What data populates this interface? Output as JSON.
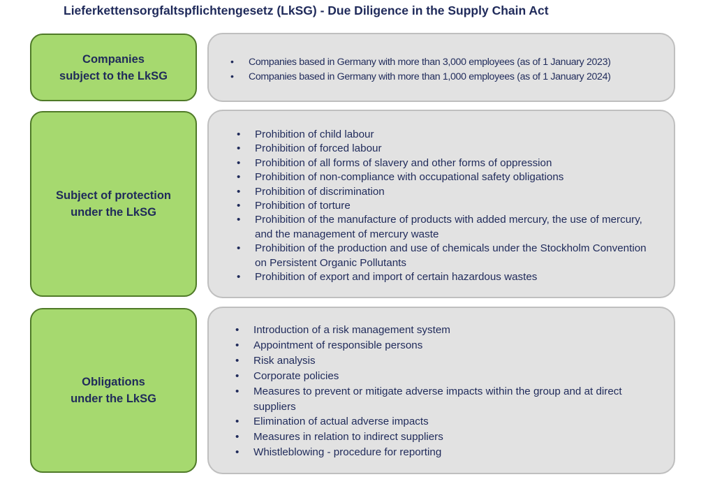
{
  "title": "Lieferkettensorgfaltspflichtengesetz (LkSG) - Due Diligence in the Supply Chain Act",
  "sections": [
    {
      "label": "Companies\nsubject to the LkSG",
      "items": [
        "Companies based in Germany with more than 3,000 employees (as of 1 January 2023)",
        "Companies based in Germany with more than 1,000 employees (as of 1 January 2024)"
      ]
    },
    {
      "label": "Subject of protection\nunder the LkSG",
      "items": [
        "Prohibition of child labour",
        "Prohibition of forced labour",
        "Prohibition of all forms of slavery and other forms of oppression",
        "Prohibition of non-compliance with occupational safety obligations",
        "Prohibition of discrimination",
        "Prohibition of torture",
        "Prohibition of the manufacture of products with added mercury, the use of mercury, and the management of mercury waste",
        "Prohibition of the production and use of chemicals under the Stockholm Convention on Persistent Organic Pollutants",
        "Prohibition of export and import of certain hazardous wastes"
      ]
    },
    {
      "label": "Obligations\nunder the LkSG",
      "items": [
        "Introduction of a risk management system",
        "Appointment of responsible persons",
        "Risk analysis",
        "Corporate policies",
        "Measures to prevent or mitigate adverse impacts within the group and at direct suppliers",
        "Elimination of actual adverse impacts",
        "Measures in relation to indirect suppliers",
        "Whistleblowing - procedure for reporting"
      ]
    }
  ],
  "colors": {
    "green_box": "#a6d96f",
    "green_border": "#4f7a28",
    "grey_box": "#e2e2e2",
    "grey_border": "#bfbfbf",
    "text": "#1f2a5a"
  }
}
